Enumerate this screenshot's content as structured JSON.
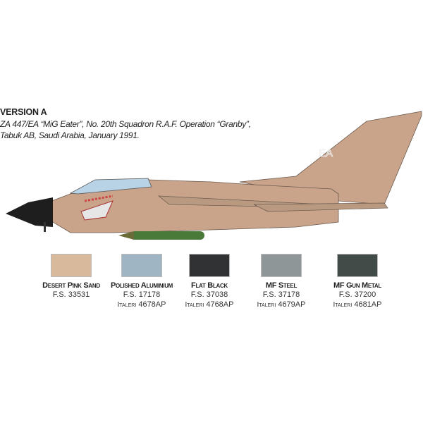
{
  "heading": "VERSION A",
  "description_line1": "ZA 447/EA “MiG Eater”, No. 20th Squadron R.A.F. Operation “Granby”,",
  "description_line2": "Tabuk AB, Saudi Arabia, January 1991.",
  "aircraft": {
    "tail_code": "EA",
    "body_color": "#c9a48a",
    "nose_color": "#1e1e1e"
  },
  "swatches": [
    {
      "name": "Desert Pink Sand",
      "fs": "F.S. 33531",
      "italeri": "",
      "color": "#d8b99b"
    },
    {
      "name": "Polished Aluminium",
      "fs": "F.S. 17178",
      "italeri": "4678AP",
      "color": "#9fb5c4"
    },
    {
      "name": "Flat Black",
      "fs": "F.S. 37038",
      "italeri": "4768AP",
      "color": "#313233"
    },
    {
      "name": "MF Steel",
      "fs": "F.S. 37178",
      "italeri": "4679AP",
      "color": "#8f9698"
    },
    {
      "name": "MF Gun Metal",
      "fs": "F.S. 37200",
      "italeri": "4681AP",
      "color": "#414b48"
    }
  ],
  "italeri_brand": "Italeri"
}
